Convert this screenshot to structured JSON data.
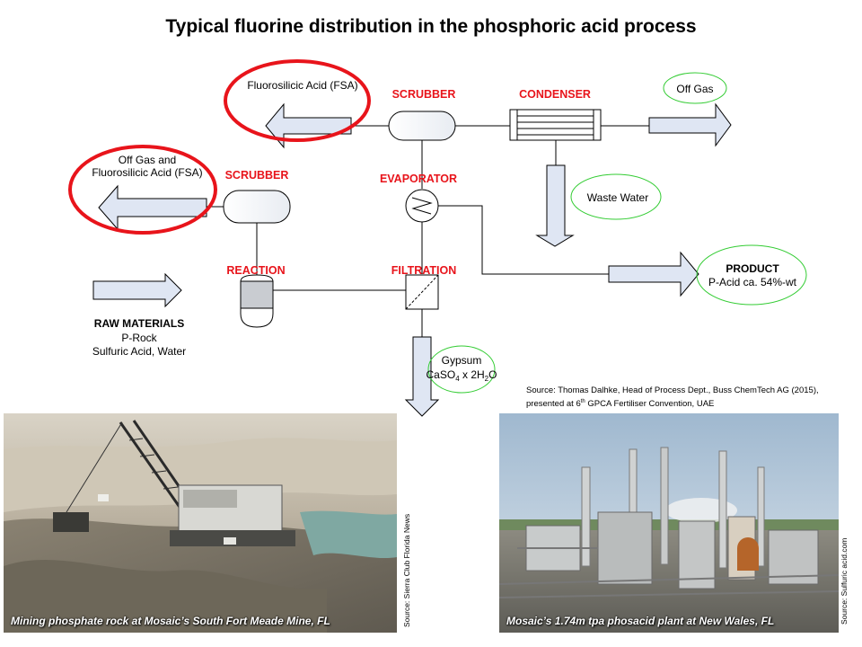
{
  "title": "Typical fluorine distribution in the phosphoric acid process",
  "units": {
    "scrubber_top": "SCRUBBER",
    "condenser": "CONDENSER",
    "scrubber_left": "SCRUBBER",
    "evaporator": "EVAPORATOR",
    "reaction": "REACTION",
    "filtration": "FILTRATION"
  },
  "streams": {
    "fsa_top": "Fluorosilicic Acid (FSA)",
    "offgas_fsa_line1": "Off Gas and",
    "offgas_fsa_line2": "Fluorosilicic Acid (FSA)",
    "off_gas": "Off Gas",
    "waste_water": "Waste Water",
    "product_title": "PRODUCT",
    "product_desc": "P-Acid ca. 54%-wt",
    "raw_title": "RAW MATERIALS",
    "raw_line1": "P-Rock",
    "raw_line2": "Sulfuric Acid, Water",
    "gypsum_title": "Gypsum",
    "gypsum_formula_a": "CaSO",
    "gypsum_formula_sub1": "4",
    "gypsum_formula_b": " x 2H",
    "gypsum_formula_sub2": "2",
    "gypsum_formula_c": "O"
  },
  "source_note": {
    "line1": "Source: Thomas Dalhke, Head of Process Dept., Buss ChemTech  AG (2015),",
    "line2a": "presented at 6",
    "line2_sup": "th",
    "line2b": " GPCA Fertiliser Convention, UAE"
  },
  "photos": {
    "left_caption": "Mining phosphate rock at Mosaic’s  South Fort Meade Mine, FL",
    "left_source": "Source: Sierra Club Florida News",
    "right_caption": "Mosaic’s 1.74m tpa phosacid plant at New Wales, FL",
    "right_source": "Source: Sulfuric acid.com"
  },
  "colors": {
    "highlight_red": "#e8141b",
    "highlight_green": "#33cc33",
    "unit_label": "#e8141b",
    "arrow_fill": "#dfe6f3"
  }
}
